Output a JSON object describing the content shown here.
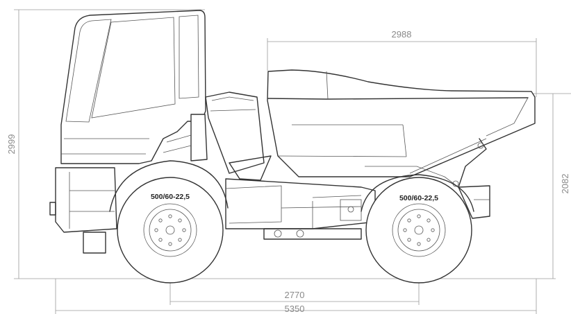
{
  "dimensions": {
    "body_length": "2988",
    "overall_height": "2999",
    "body_height": "2082",
    "wheelbase": "2770",
    "overall_length": "5350"
  },
  "tires": {
    "front": "500/60-22,5",
    "rear": "500/60-22,5"
  }
}
